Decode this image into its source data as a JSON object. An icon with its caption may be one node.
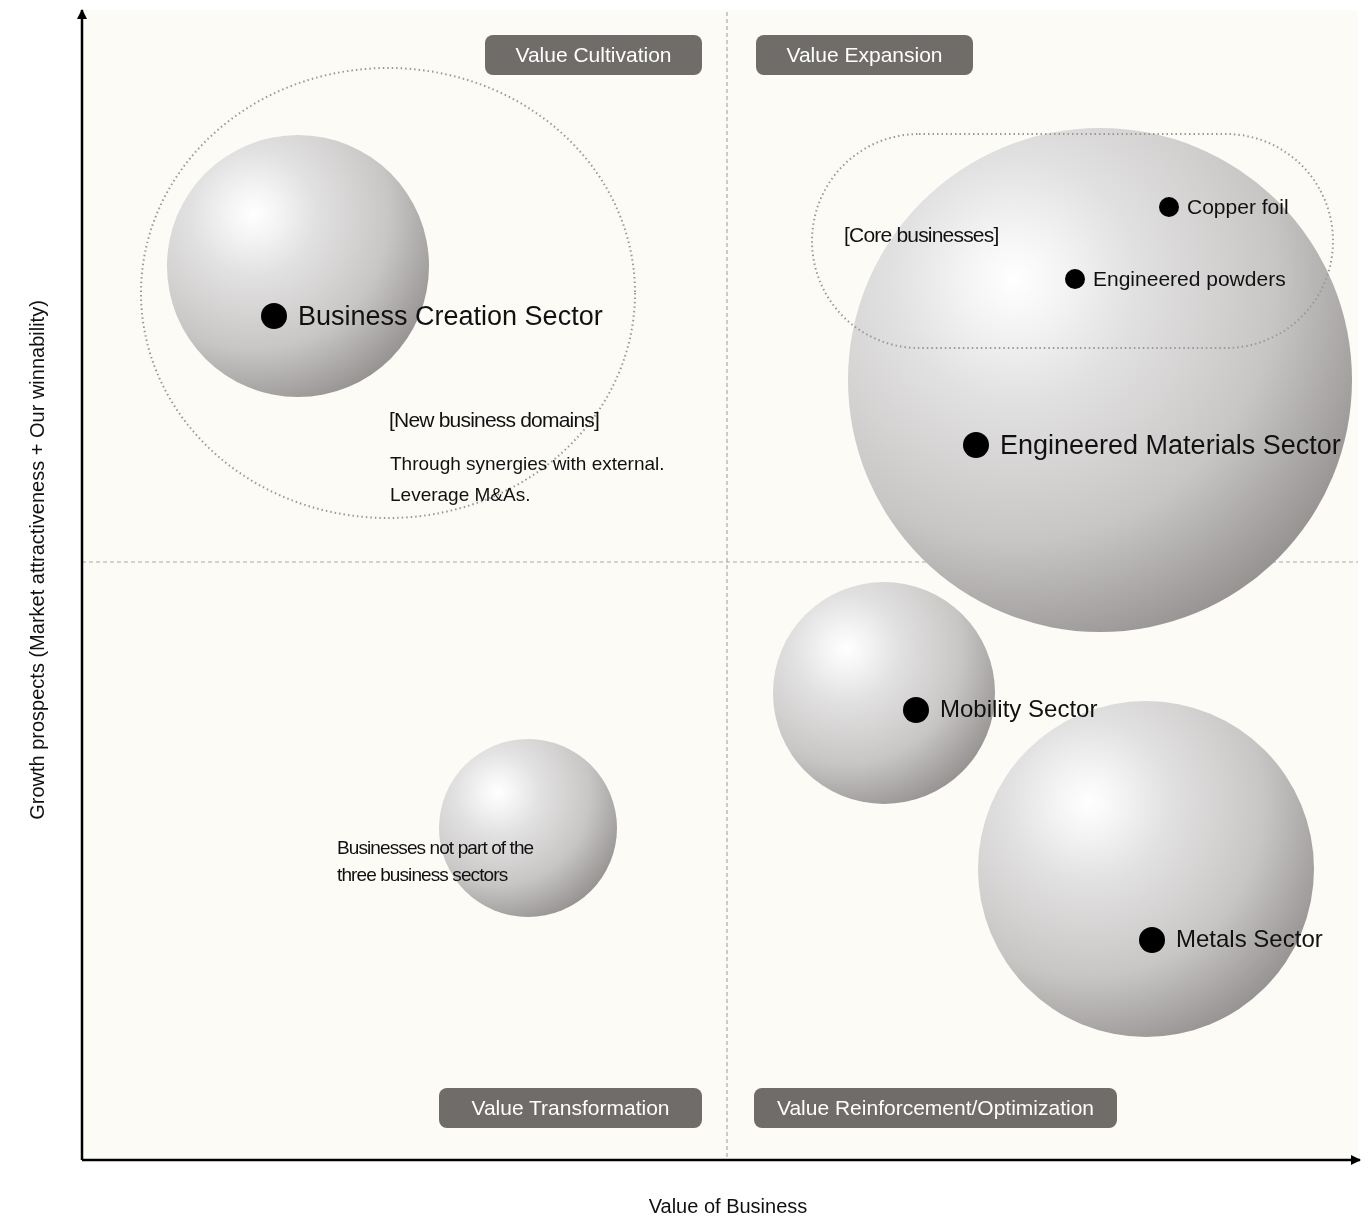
{
  "diagram": {
    "nodes": [
      {
        "text": [
          "Value Cultivation"
        ]
      },
      {
        "text": [
          "Value Expansion"
        ]
      },
      {
        "text": [
          "[New business domains]",
          "Through synergies with external. Leverage M&As."
        ]
      },
      {
        "text": [
          "Business Creation Sector"
        ],
        "in": 2
      },
      {
        "text": [
          "[Core businesses]",
          "Copper foil",
          "Engineered powders"
        ]
      },
      {
        "text": [
          "Engineered Materials Sector"
        ]
      },
      {
        "text": [
          "Mobility Sector"
        ]
      },
      {
        "text": [
          "Metals Sector"
        ]
      },
      {
        "text": [
          "Businesses not part of the three business sectors"
        ]
      },
      {
        "text": [
          "Value Transformation"
        ]
      },
      {
        "text": [
          "Value Reinforcement/Optimization"
        ]
      }
    ],
    "edges": [],
    "labels": [
      "Growth prospects (Market attractiveness + Our winnability)",
      "Value of Business"
    ]
  }
}
